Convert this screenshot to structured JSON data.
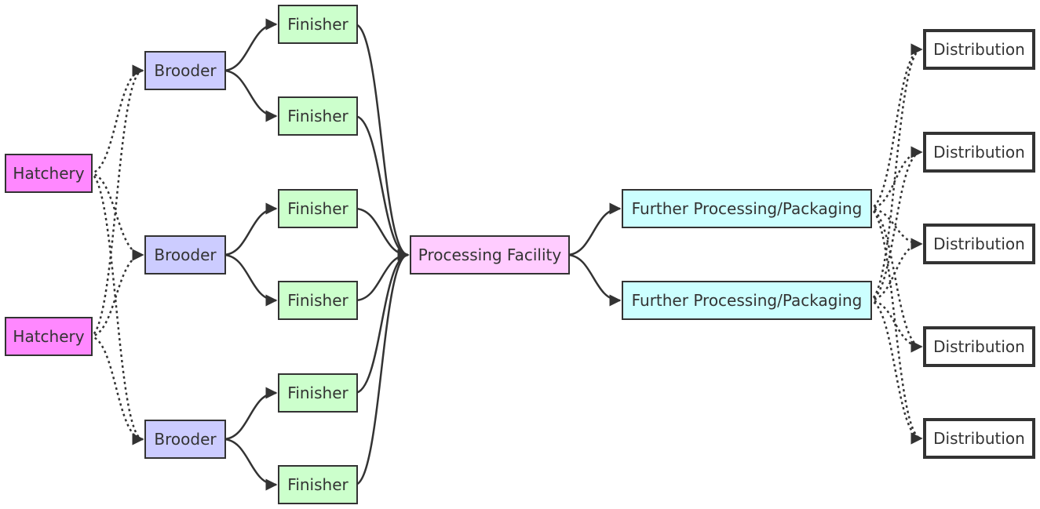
{
  "diagram": {
    "hatcheries": [
      {
        "id": "h1",
        "label": "Hatchery"
      },
      {
        "id": "h2",
        "label": "Hatchery"
      }
    ],
    "brooders": [
      {
        "id": "b1",
        "label": "Brooder"
      },
      {
        "id": "b2",
        "label": "Brooder"
      },
      {
        "id": "b3",
        "label": "Brooder"
      }
    ],
    "finishers": [
      {
        "id": "f1",
        "label": "Finisher"
      },
      {
        "id": "f2",
        "label": "Finisher"
      },
      {
        "id": "f3",
        "label": "Finisher"
      },
      {
        "id": "f4",
        "label": "Finisher"
      },
      {
        "id": "f5",
        "label": "Finisher"
      },
      {
        "id": "f6",
        "label": "Finisher"
      }
    ],
    "processing": {
      "id": "p",
      "label": "Processing Facility"
    },
    "further": [
      {
        "id": "fp1",
        "label": "Further Processing/Packaging"
      },
      {
        "id": "fp2",
        "label": "Further Processing/Packaging"
      }
    ],
    "distribution": [
      {
        "id": "d1",
        "label": "Distribution"
      },
      {
        "id": "d2",
        "label": "Distribution"
      },
      {
        "id": "d3",
        "label": "Distribution"
      },
      {
        "id": "d4",
        "label": "Distribution"
      },
      {
        "id": "d5",
        "label": "Distribution"
      }
    ],
    "edges": [
      {
        "from": "h1",
        "to": "b1",
        "style": "dotted"
      },
      {
        "from": "h1",
        "to": "b2",
        "style": "dotted"
      },
      {
        "from": "h1",
        "to": "b3",
        "style": "dotted"
      },
      {
        "from": "h2",
        "to": "b1",
        "style": "dotted"
      },
      {
        "from": "h2",
        "to": "b2",
        "style": "dotted"
      },
      {
        "from": "h2",
        "to": "b3",
        "style": "dotted"
      },
      {
        "from": "b1",
        "to": "f1",
        "style": "solid"
      },
      {
        "from": "b1",
        "to": "f2",
        "style": "solid"
      },
      {
        "from": "b2",
        "to": "f3",
        "style": "solid"
      },
      {
        "from": "b2",
        "to": "f4",
        "style": "solid"
      },
      {
        "from": "b3",
        "to": "f5",
        "style": "solid"
      },
      {
        "from": "b3",
        "to": "f6",
        "style": "solid"
      },
      {
        "from": "f1",
        "to": "p",
        "style": "solid"
      },
      {
        "from": "f2",
        "to": "p",
        "style": "solid"
      },
      {
        "from": "f3",
        "to": "p",
        "style": "solid"
      },
      {
        "from": "f4",
        "to": "p",
        "style": "solid"
      },
      {
        "from": "f5",
        "to": "p",
        "style": "solid"
      },
      {
        "from": "f6",
        "to": "p",
        "style": "solid"
      },
      {
        "from": "p",
        "to": "fp1",
        "style": "solid"
      },
      {
        "from": "p",
        "to": "fp2",
        "style": "solid"
      },
      {
        "from": "fp1",
        "to": "d1",
        "style": "dotted"
      },
      {
        "from": "fp1",
        "to": "d2",
        "style": "dotted"
      },
      {
        "from": "fp1",
        "to": "d3",
        "style": "dotted"
      },
      {
        "from": "fp1",
        "to": "d4",
        "style": "dotted"
      },
      {
        "from": "fp1",
        "to": "d5",
        "style": "dotted"
      },
      {
        "from": "fp2",
        "to": "d1",
        "style": "dotted"
      },
      {
        "from": "fp2",
        "to": "d2",
        "style": "dotted"
      },
      {
        "from": "fp2",
        "to": "d3",
        "style": "dotted"
      },
      {
        "from": "fp2",
        "to": "d4",
        "style": "dotted"
      },
      {
        "from": "fp2",
        "to": "d5",
        "style": "dotted"
      }
    ],
    "colors": {
      "hatchery": "#ff88ff",
      "brooder": "#ccccff",
      "finisher": "#ccffcc",
      "processing": "#ffccff",
      "further": "#ccffff",
      "distribution": "#ffffff",
      "stroke": "#333333"
    }
  }
}
